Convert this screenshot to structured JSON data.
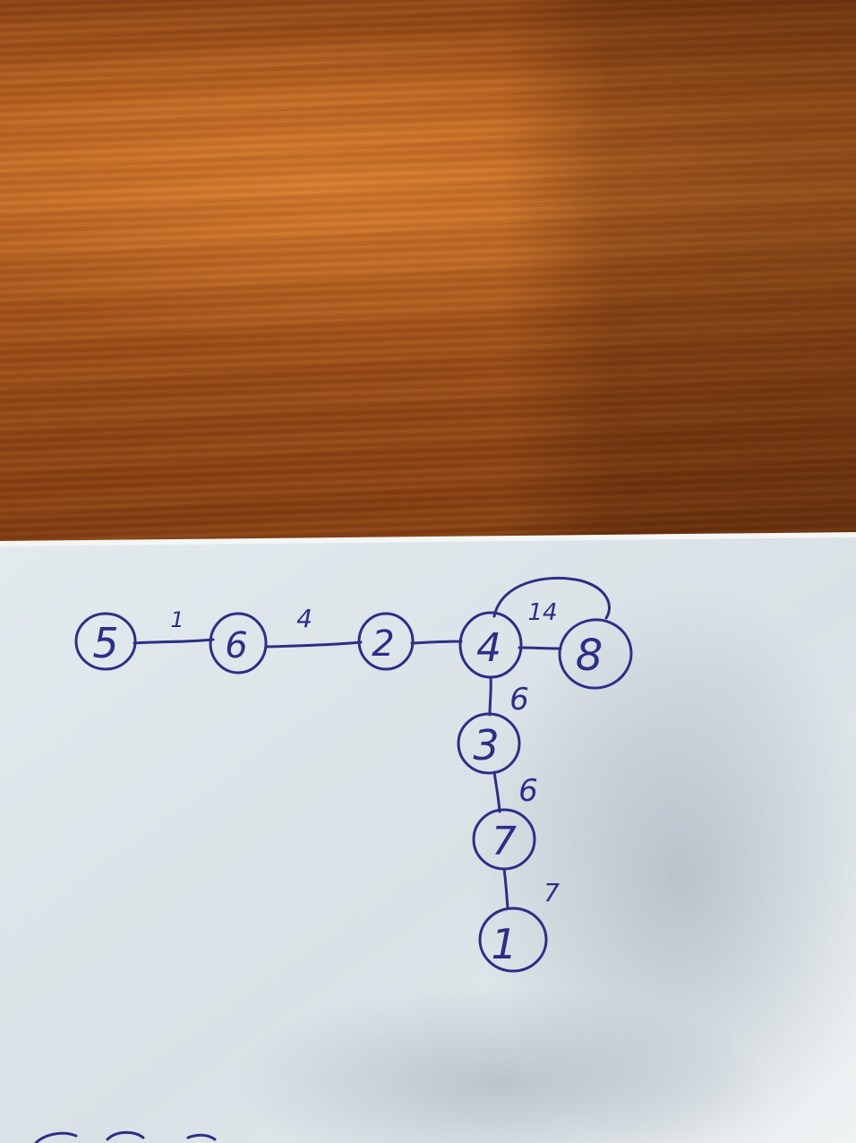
{
  "photo": {
    "subject": "hand-drawn-weighted-graph",
    "ink_color": "#2b2f86",
    "paper_color": "#dfe6ea",
    "table_color": "#a85a1e"
  },
  "graph": {
    "nodes": [
      {
        "id": "n5",
        "label": "5"
      },
      {
        "id": "n6",
        "label": "6"
      },
      {
        "id": "n2",
        "label": "2"
      },
      {
        "id": "n4",
        "label": "4"
      },
      {
        "id": "n8",
        "label": "8"
      },
      {
        "id": "n3",
        "label": "3"
      },
      {
        "id": "n7",
        "label": "7"
      },
      {
        "id": "n1",
        "label": "1"
      }
    ],
    "edges": [
      {
        "from": "5",
        "to": "6",
        "weight": "1"
      },
      {
        "from": "6",
        "to": "2",
        "weight": "4"
      },
      {
        "from": "2",
        "to": "4",
        "weight": ""
      },
      {
        "from": "4",
        "to": "8",
        "weight": "14"
      },
      {
        "from": "4",
        "to": "3",
        "weight": "6"
      },
      {
        "from": "3",
        "to": "7",
        "weight": "6"
      },
      {
        "from": "7",
        "to": "1",
        "weight": "7"
      }
    ]
  }
}
